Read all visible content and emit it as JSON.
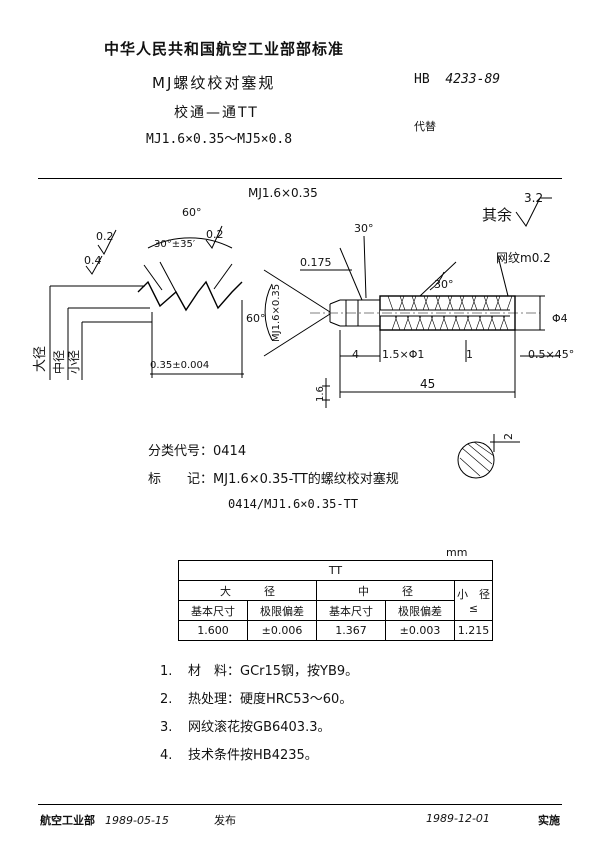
{
  "header": {
    "organization": "中华人民共和国航空工业部部标准",
    "title": "MJ螺纹校对塞规",
    "subtitle": "校通—通TT",
    "range": "MJ1.6×0.35～MJ5×0.8",
    "std_prefix": "HB",
    "std_number": "4233-89",
    "replaces": "代替"
  },
  "drawing": {
    "thread_label": "MJ1.6×0.35",
    "angle_60": "60°",
    "half_angle": "30°±35′",
    "rough_02a": "0.2",
    "rough_02b": "0.2",
    "rough_04": "0.4",
    "major_dia": "大径",
    "pitch_dia": "中径",
    "minor_dia": "小径",
    "pitch_tol": "0.35±0.004",
    "rest_label": "其余",
    "rest_value": "3.2",
    "knurl": "网纹m0.2",
    "angle_30a": "30°",
    "angle_30b": "30°",
    "dim_0175": "0.175",
    "angle_60b": "60°",
    "side_thread": "MJ1.6×0.35",
    "phi4": "Φ4",
    "dim_4": "4",
    "dim_15": "1.5×Φ1",
    "dim_1": "1",
    "chamfer": "0.5×45°",
    "dim_45": "45",
    "dim_16": "1.6",
    "dim_2": "2"
  },
  "classification": {
    "label": "分类代号：",
    "code": "0414"
  },
  "marking": {
    "label": "标　　记：",
    "text1": "MJ1.6×0.35-TT的螺纹校对塞规",
    "text2": "0414/MJ1.6×0.35-TT"
  },
  "table": {
    "unit": "mm",
    "group": "TT",
    "major": "大　　　径",
    "pitch": "中　　　径",
    "minor": "小　径",
    "minor_sub": "≤",
    "h_basic_1": "基本尺寸",
    "h_dev_1": "极限偏差",
    "h_basic_2": "基本尺寸",
    "h_dev_2": "极限偏差",
    "rows": [
      {
        "major_basic": "1.600",
        "major_dev": "±0.006",
        "pitch_basic": "1.367",
        "pitch_dev": "±0.003",
        "minor": "1.215"
      }
    ]
  },
  "notes": [
    {
      "num": "1.",
      "text": "材　料：GCr15钢，按YB9。"
    },
    {
      "num": "2.",
      "text": "热处理：硬度HRC53～60。"
    },
    {
      "num": "3.",
      "text": "网纹滚花按GB6403.3。"
    },
    {
      "num": "4.",
      "text": "技术条件按HB4235。"
    }
  ],
  "footer": {
    "issuer": "航空工业部",
    "issue_date": "1989-05-15",
    "issue_word": "发布",
    "impl_date": "1989-12-01",
    "impl_word": "实施"
  }
}
